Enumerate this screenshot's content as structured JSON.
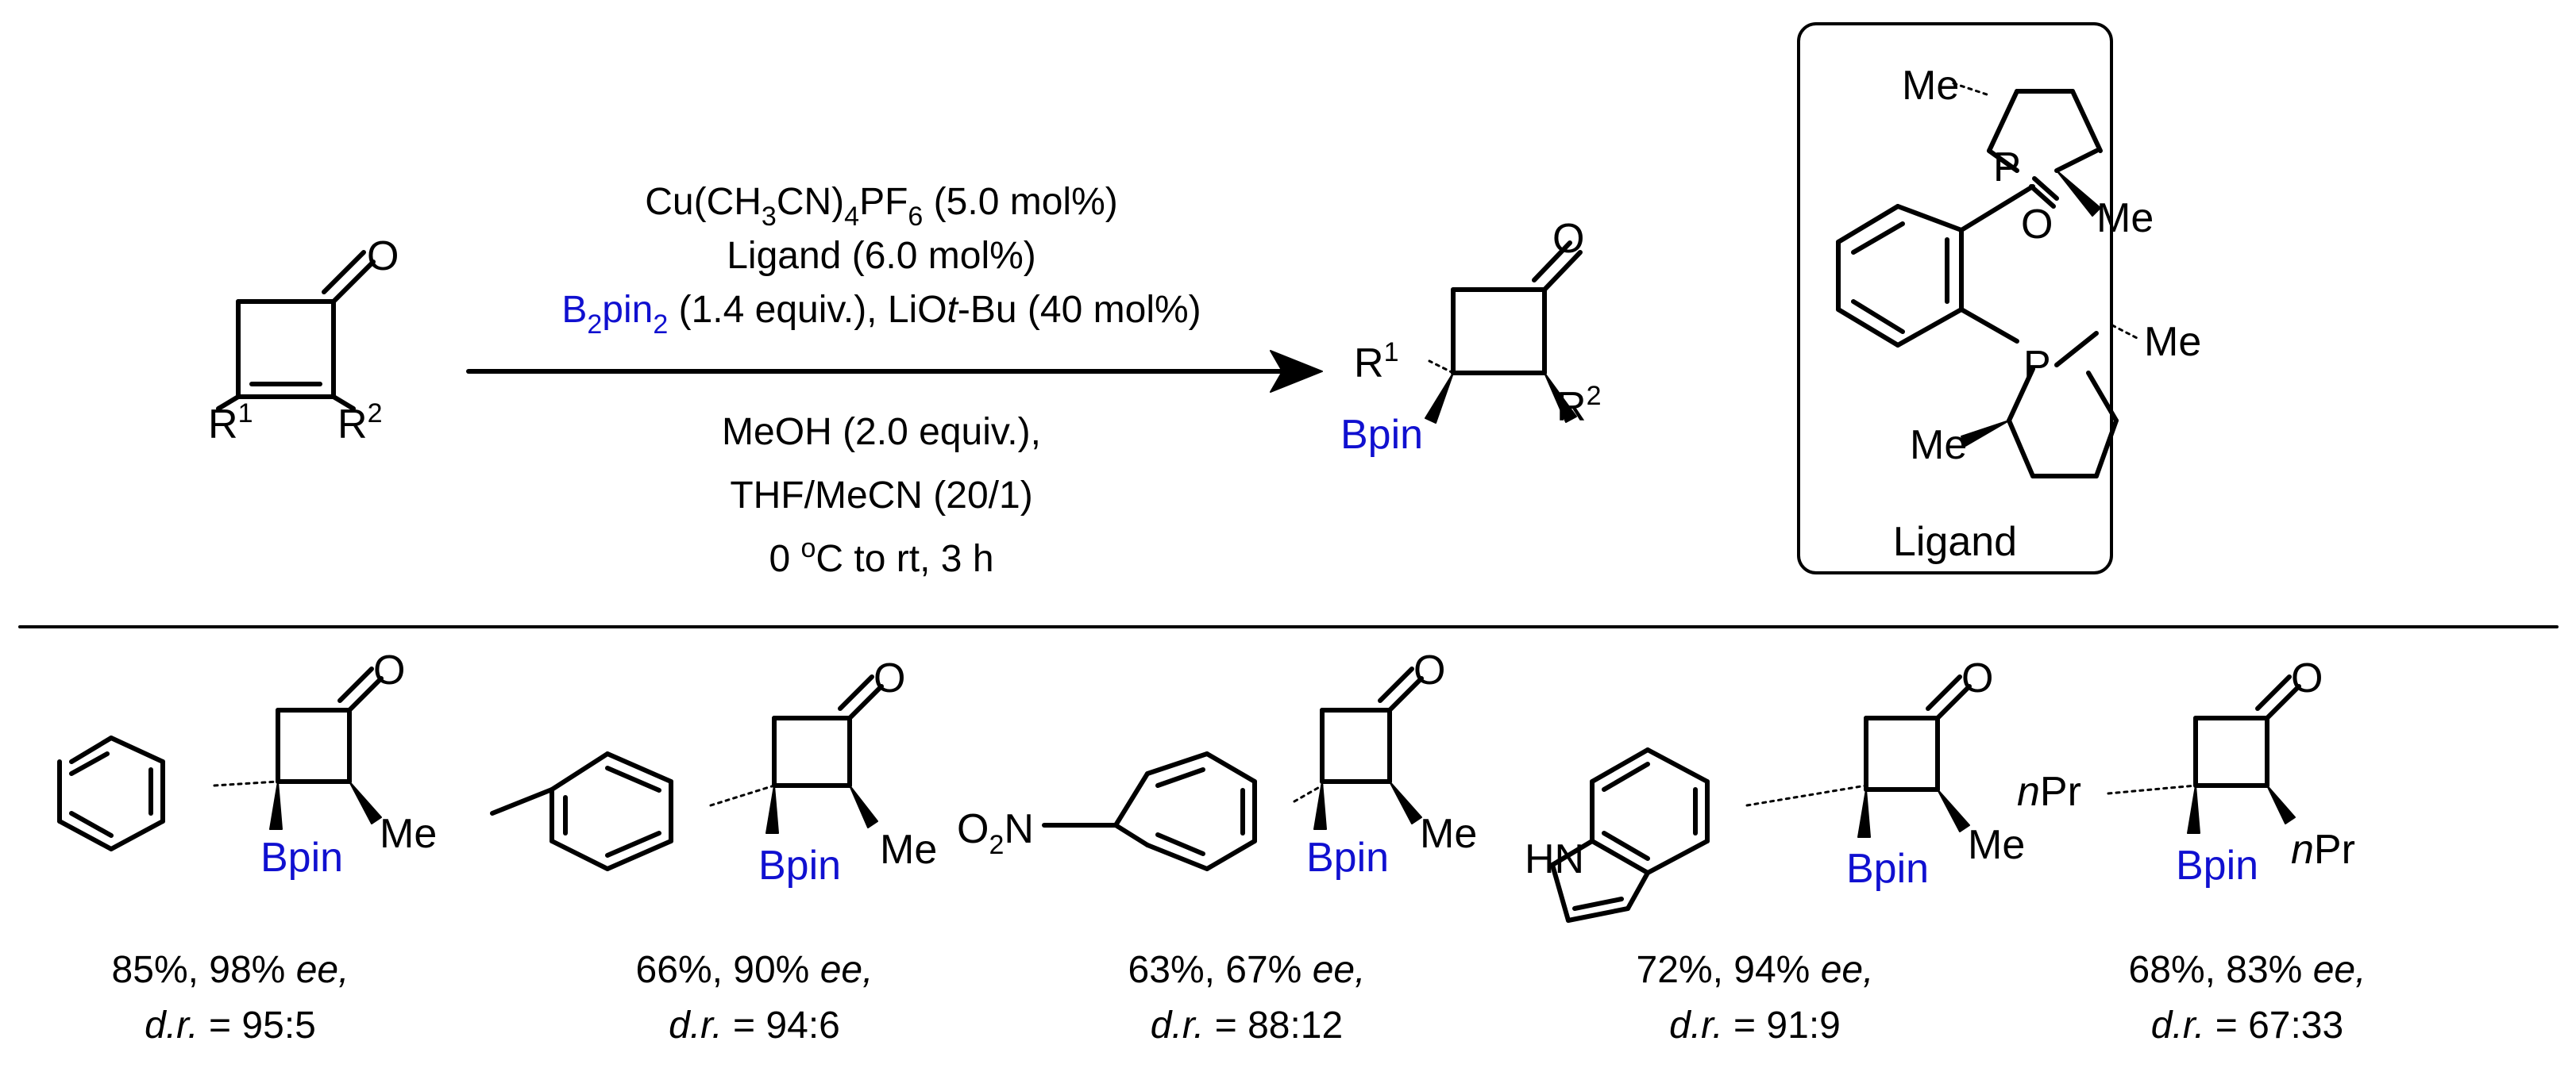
{
  "reaction": {
    "reactant": {
      "carbonyl": "O",
      "r1": "R",
      "r1_sup": "1",
      "r2": "R",
      "r2_sup": "2"
    },
    "conditions": {
      "line1": {
        "a": "Cu(CH",
        "s1": "3",
        "b": "CN)",
        "s2": "4",
        "c": "PF",
        "s3": "6",
        "d": " (5.0 mol%)"
      },
      "line2": "Ligand (6.0 mol%)",
      "line3": {
        "b2pin2_a": "B",
        "b2pin2_s": "2",
        "b2pin2_b": "pin",
        "b2pin2_s2": "2",
        "rest": " (1.4 equiv.), LiO",
        "t": "t",
        "rest2": "-Bu (40 mol%)"
      },
      "line4": "MeOH (2.0 equiv.),",
      "line5": "THF/MeCN (20/1)",
      "line6": {
        "a": "0 ",
        "sup": "o",
        "b": "C to rt, 3 h"
      }
    },
    "product": {
      "carbonyl": "O",
      "r1": "R",
      "r1_sup": "1",
      "r2": "R",
      "r2_sup": "2",
      "boryl": "Bpin"
    },
    "ligand": {
      "me1": "Me",
      "me2": "Me",
      "me3": "Me",
      "me4": "Me",
      "p_oxide": "P",
      "oxide_o": "O",
      "p_free": "P",
      "caption": "Ligand"
    }
  },
  "examples": [
    {
      "carbonyl": "O",
      "boryl": "Bpin",
      "r2": "Me",
      "yield": "85%, 98% ",
      "ee": "ee,",
      "dr_label": "d.r.",
      "dr_value": " = 95:5"
    },
    {
      "carbonyl": "O",
      "boryl": "Bpin",
      "r2": "Me",
      "yield": "66%, 90% ",
      "ee": "ee,",
      "dr_label": "d.r.",
      "dr_value": " = 94:6"
    },
    {
      "carbonyl": "O",
      "boryl": "Bpin",
      "r2": "Me",
      "nitro": "O",
      "nitro_sub": "2",
      "nitro_n": "N",
      "yield": "63%, 67% ",
      "ee": "ee,",
      "dr_label": "d.r.",
      "dr_value": " = 88:12"
    },
    {
      "carbonyl": "O",
      "boryl": "Bpin",
      "r2": "Me",
      "indole_nh": "HN",
      "yield": "72%, 94% ",
      "ee": "ee,",
      "dr_label": "d.r.",
      "dr_value": " = 91:9"
    },
    {
      "carbonyl": "O",
      "boryl": "Bpin",
      "r1_prefix": "n",
      "r1": "Pr",
      "r2_prefix": "n",
      "r2": "Pr",
      "yield": "68%, 83% ",
      "ee": "ee,",
      "dr_label": "d.r.",
      "dr_value": " = 67:33"
    }
  ]
}
